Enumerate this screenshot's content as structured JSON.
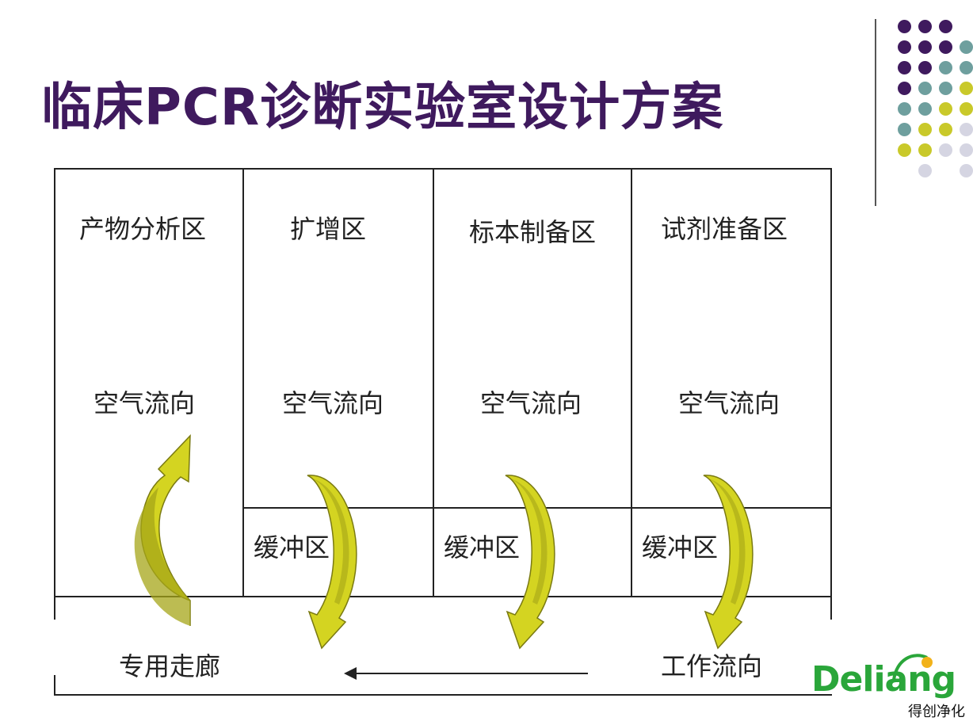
{
  "slide": {
    "title": "临床PCR诊断实验室设计方案"
  },
  "rooms": [
    {
      "name": "产物分析区",
      "airflow": "空气流向"
    },
    {
      "name": "扩增区",
      "airflow": "空气流向",
      "buffer": "缓冲区"
    },
    {
      "name": "标本制备区",
      "airflow": "空气流向",
      "buffer": "缓冲区"
    },
    {
      "name": "试剂准备区",
      "airflow": "空气流向",
      "buffer": "缓冲区"
    }
  ],
  "corridor": {
    "label": "专用走廊",
    "work_flow": "工作流向"
  },
  "colors": {
    "title": "#3f1a5e",
    "arrow_fill": "#d4d421",
    "arrow_shade": "#a5a518",
    "purple": "#3f1a5e",
    "teal": "#6e9f9e",
    "olive": "#c9c92a",
    "lavender": "#d5d5e2"
  },
  "logo": {
    "word": "Deliang",
    "sub": "得创净化"
  }
}
